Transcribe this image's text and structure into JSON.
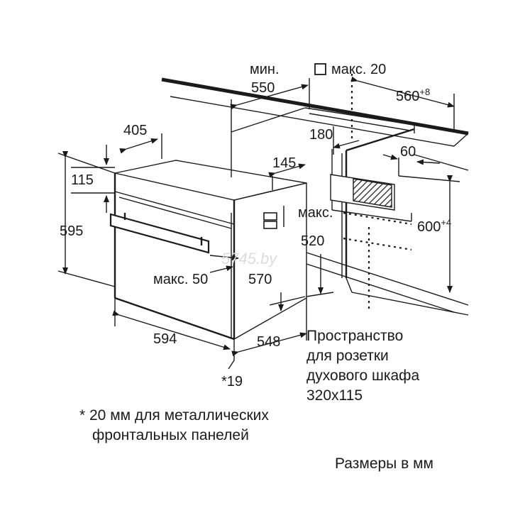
{
  "dimensions": {
    "cab_min_label": "мин.",
    "cab_width": "550",
    "sq_max_label": "макс. 20",
    "cab_depth_base": "560",
    "cab_depth_tol": "+8",
    "oven_inset": "405",
    "dim_180": "180",
    "dim_60": "60",
    "dim_145": "145",
    "front_115": "115",
    "height_595": "595",
    "max_label": "макс.",
    "dim_520": "520",
    "niche_height_base": "600",
    "niche_height_tol": "+4",
    "max_50": "макс. 50",
    "dim_570": "570",
    "width_594": "594",
    "depth_548": "548",
    "footnote_ref": "*19"
  },
  "socket_note": {
    "line1": "Пространство",
    "line2": "для розетки",
    "line3": "духового шкафа",
    "line4": "320x115"
  },
  "footnote": {
    "line1": "* 20 мм для металлических",
    "line2": "фронтальных панелей"
  },
  "units_note": "Размеры в мм",
  "watermark": "5745.by"
}
